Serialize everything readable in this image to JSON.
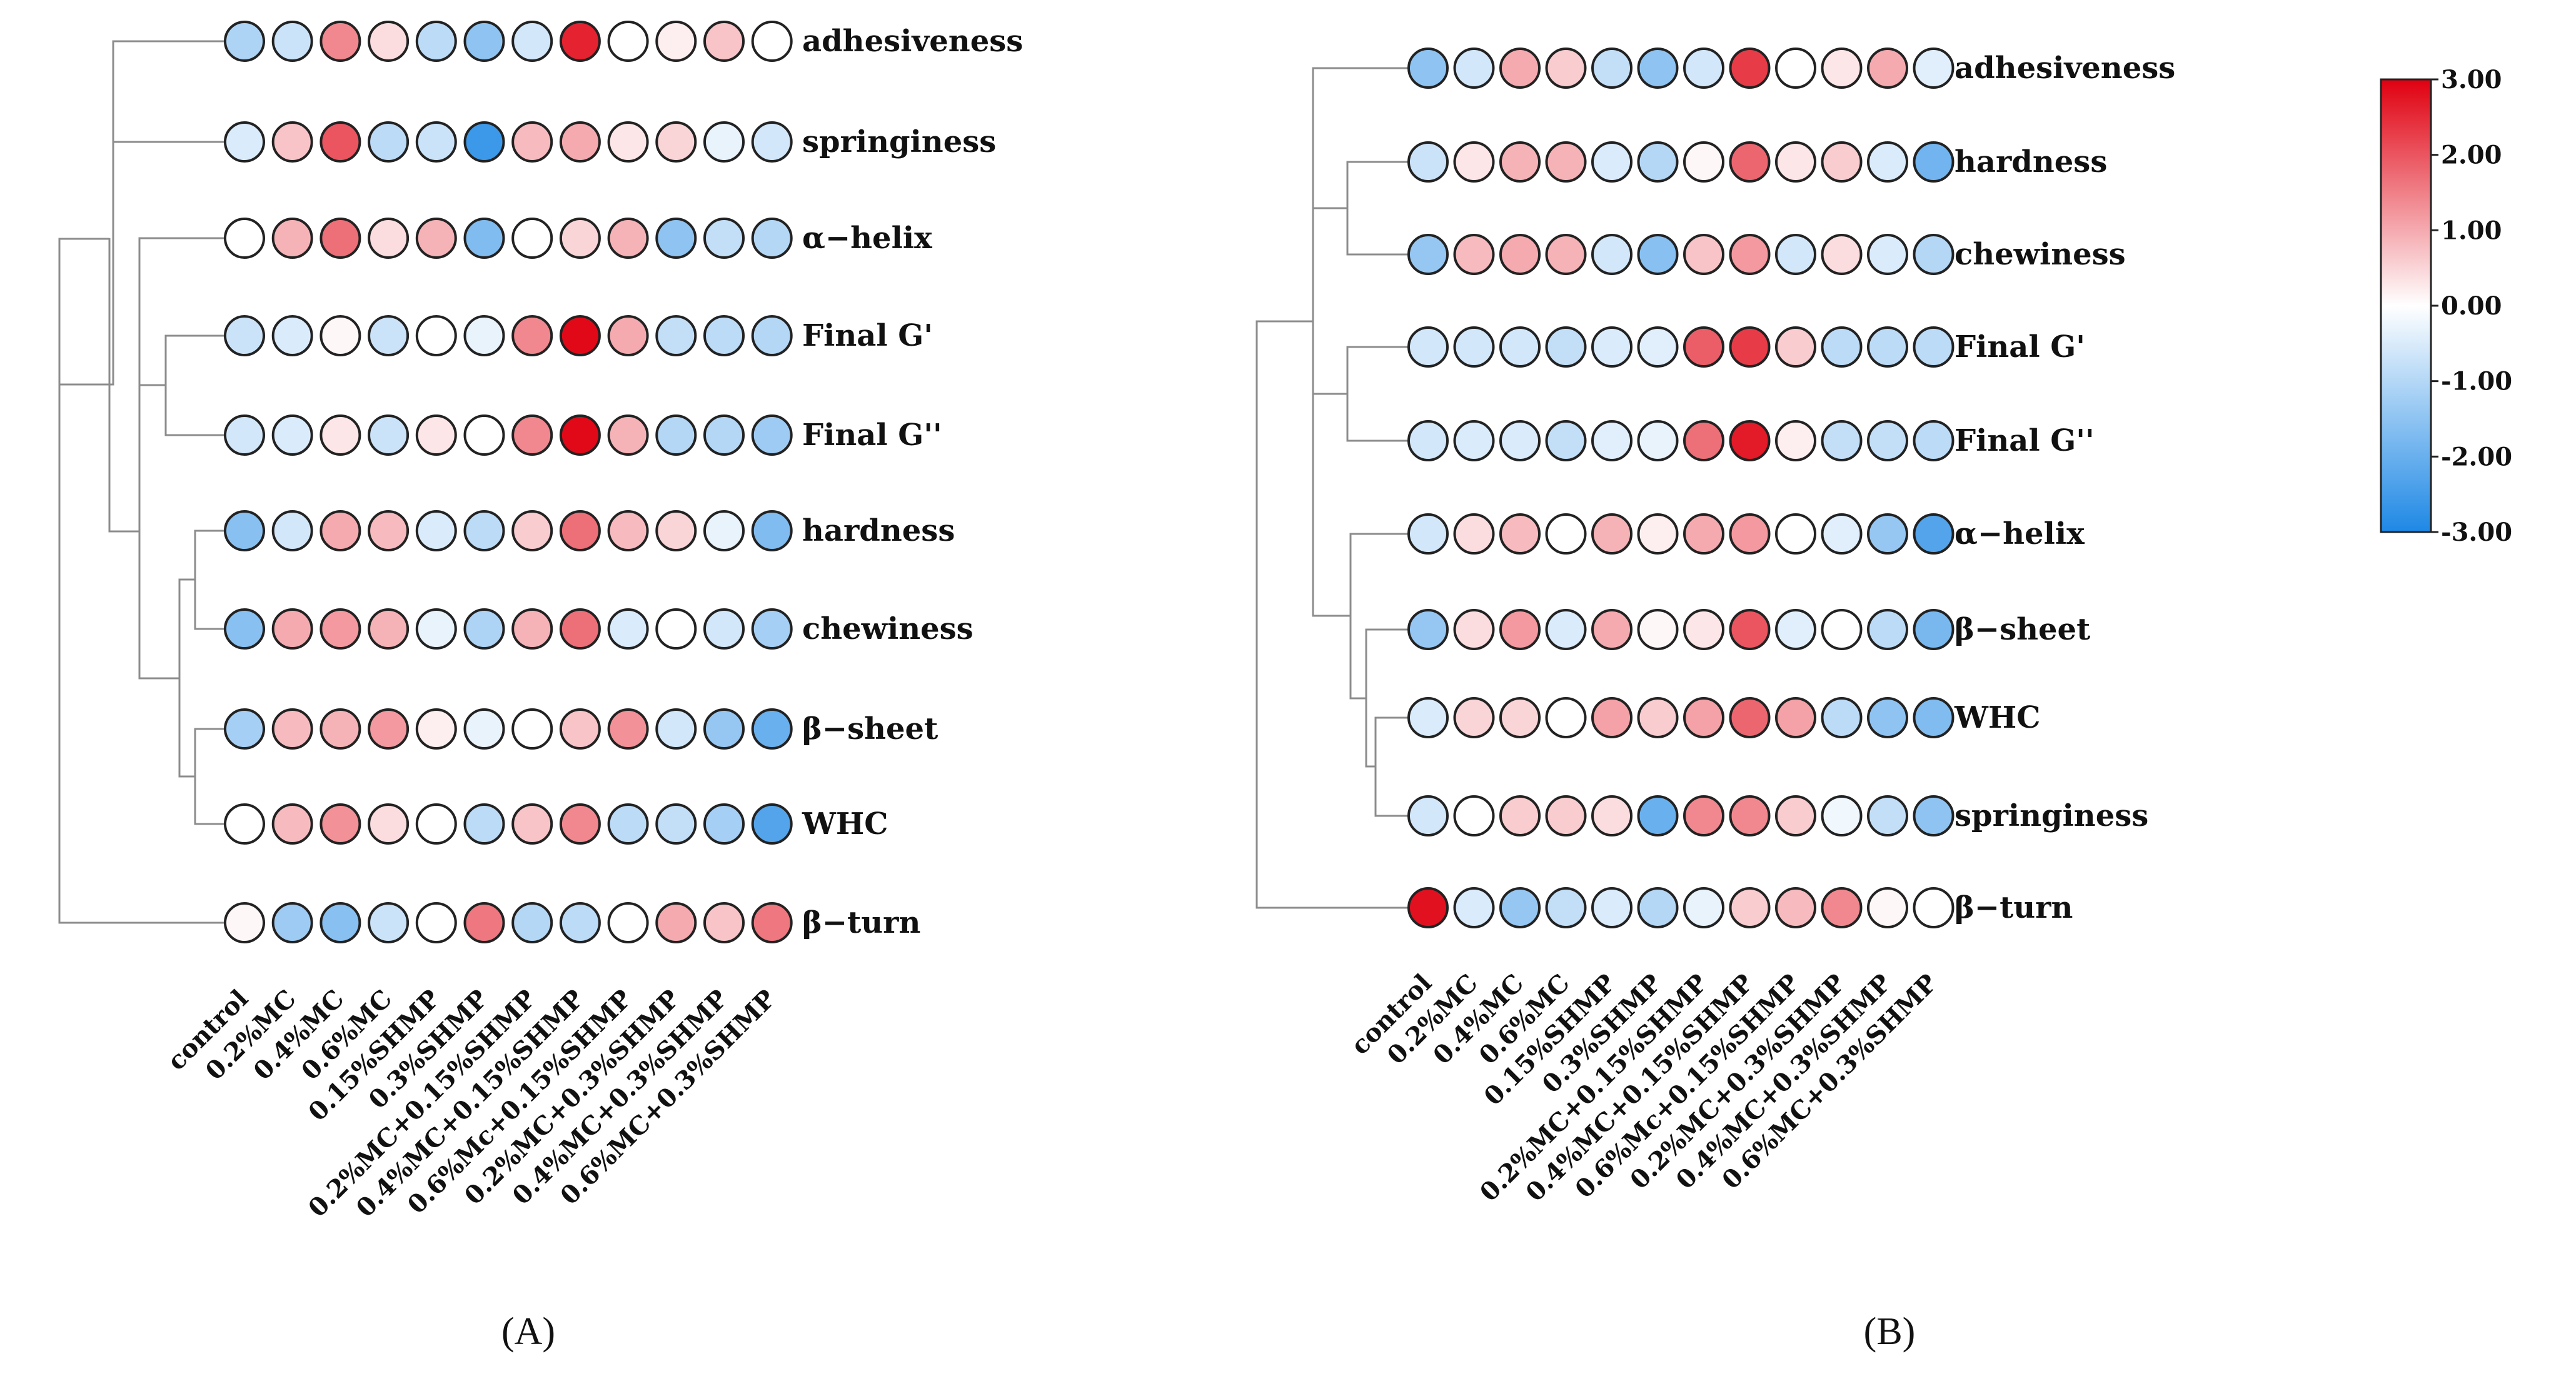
{
  "colors": {
    "low": "#1e88e5",
    "mid": "#ffffff",
    "high": "#e00010",
    "cell_stroke": "#222222",
    "dendrogram": "#8c8c8c"
  },
  "columns": [
    "control",
    "0.2%MC",
    "0.4%MC",
    "0.6%MC",
    "0.15%SHMP",
    "0.3%SHMP",
    "0.2%MC+0.15%SHMP",
    "0.4%MC+0.15%SHMP",
    "0.6%Mc+0.15%SHMP",
    "0.2%MC+0.3%SHMP",
    "0.4%MC+0.3%SHMP",
    "0.6%MC+0.3%SHMP"
  ],
  "chart_data": [
    {
      "type": "heatmap",
      "panel_label": "(A)",
      "title": "",
      "value_range": [
        -3,
        3
      ],
      "rows": [
        {
          "name": "adhesiveness",
          "values": [
            -1.1,
            -0.7,
            1.4,
            0.4,
            -0.9,
            -1.5,
            -0.6,
            2.6,
            0.0,
            0.2,
            0.7,
            0.0
          ]
        },
        {
          "name": "springiness",
          "values": [
            -0.5,
            0.7,
            2.0,
            -0.9,
            -0.7,
            -2.6,
            0.8,
            1.0,
            0.3,
            0.5,
            -0.3,
            -0.6
          ]
        },
        {
          "name": "α−helix",
          "values": [
            0.0,
            0.9,
            1.7,
            0.4,
            0.9,
            -1.7,
            0.0,
            0.5,
            0.9,
            -1.5,
            -0.8,
            -1.0
          ]
        },
        {
          "name": "Final G'",
          "values": [
            -0.7,
            -0.5,
            0.1,
            -0.7,
            0.0,
            -0.3,
            1.4,
            2.9,
            1.0,
            -0.8,
            -0.9,
            -1.0
          ]
        },
        {
          "name": "Final G''",
          "values": [
            -0.6,
            -0.5,
            0.3,
            -0.7,
            0.3,
            0.0,
            1.4,
            2.9,
            0.9,
            -1.0,
            -1.0,
            -1.3
          ]
        },
        {
          "name": "hardness",
          "values": [
            -1.6,
            -0.6,
            1.0,
            0.8,
            -0.5,
            -0.9,
            0.6,
            1.7,
            0.8,
            0.5,
            -0.3,
            -1.7
          ]
        },
        {
          "name": "chewiness",
          "values": [
            -1.6,
            1.0,
            1.2,
            0.9,
            -0.3,
            -1.1,
            0.9,
            1.7,
            -0.5,
            0.0,
            -0.6,
            -1.2
          ]
        },
        {
          "name": "β−sheet",
          "values": [
            -1.2,
            0.8,
            0.9,
            1.2,
            0.2,
            -0.3,
            0.0,
            0.7,
            1.3,
            -0.6,
            -1.4,
            -2.0
          ]
        },
        {
          "name": "WHC",
          "values": [
            0.0,
            0.8,
            1.3,
            0.4,
            0.0,
            -0.9,
            0.7,
            1.4,
            -0.9,
            -0.8,
            -1.2,
            -2.3
          ]
        },
        {
          "name": "β−turn",
          "values": [
            0.1,
            -1.3,
            -1.6,
            -0.7,
            0.0,
            1.6,
            -1.0,
            -0.9,
            0.0,
            1.0,
            0.7,
            1.6
          ]
        }
      ]
    },
    {
      "type": "heatmap",
      "panel_label": "(B)",
      "title": "",
      "value_range": [
        -3,
        3
      ],
      "legend_ticks": [
        "3.00",
        "2.00",
        "1.00",
        "0.00",
        "-1.00",
        "-2.00",
        "-3.00"
      ],
      "legend_position": "top-right",
      "rows": [
        {
          "name": "adhesiveness",
          "values": [
            -1.5,
            -0.6,
            1.0,
            0.6,
            -0.8,
            -1.5,
            -0.6,
            2.3,
            0.0,
            0.3,
            1.0,
            -0.4
          ]
        },
        {
          "name": "hardness",
          "values": [
            -0.7,
            0.3,
            0.9,
            0.9,
            -0.5,
            -1.0,
            0.1,
            1.8,
            0.3,
            0.6,
            -0.5,
            -1.9
          ]
        },
        {
          "name": "chewiness",
          "values": [
            -1.4,
            0.8,
            1.0,
            0.9,
            -0.6,
            -1.6,
            0.7,
            1.2,
            -0.6,
            0.4,
            -0.5,
            -1.0
          ]
        },
        {
          "name": "Final G'",
          "values": [
            -0.6,
            -0.6,
            -0.6,
            -0.8,
            -0.5,
            -0.4,
            1.9,
            2.3,
            0.6,
            -0.9,
            -0.9,
            -0.9
          ]
        },
        {
          "name": "Final G''",
          "values": [
            -0.6,
            -0.5,
            -0.5,
            -0.8,
            -0.4,
            -0.3,
            1.7,
            2.7,
            0.2,
            -0.8,
            -0.8,
            -0.9
          ]
        },
        {
          "name": "α−helix",
          "values": [
            -0.6,
            0.4,
            0.8,
            0.0,
            0.9,
            0.2,
            1.0,
            1.2,
            0.0,
            -0.4,
            -1.4,
            -2.3
          ]
        },
        {
          "name": "β−sheet",
          "values": [
            -1.4,
            0.4,
            1.2,
            -0.5,
            1.0,
            0.1,
            0.3,
            2.0,
            -0.4,
            0.0,
            -0.9,
            -1.8
          ]
        },
        {
          "name": "WHC",
          "values": [
            -0.5,
            0.5,
            0.5,
            0.0,
            1.1,
            0.6,
            1.1,
            1.8,
            1.1,
            -0.9,
            -1.5,
            -1.7
          ]
        },
        {
          "name": "springiness",
          "values": [
            -0.6,
            0.0,
            0.6,
            0.6,
            0.4,
            -2.0,
            1.4,
            1.4,
            0.6,
            -0.2,
            -0.8,
            -1.5
          ]
        },
        {
          "name": "β−turn",
          "values": [
            2.8,
            -0.5,
            -1.4,
            -0.8,
            -0.5,
            -1.0,
            -0.3,
            0.6,
            0.8,
            1.4,
            0.1,
            0.0
          ]
        }
      ]
    }
  ]
}
